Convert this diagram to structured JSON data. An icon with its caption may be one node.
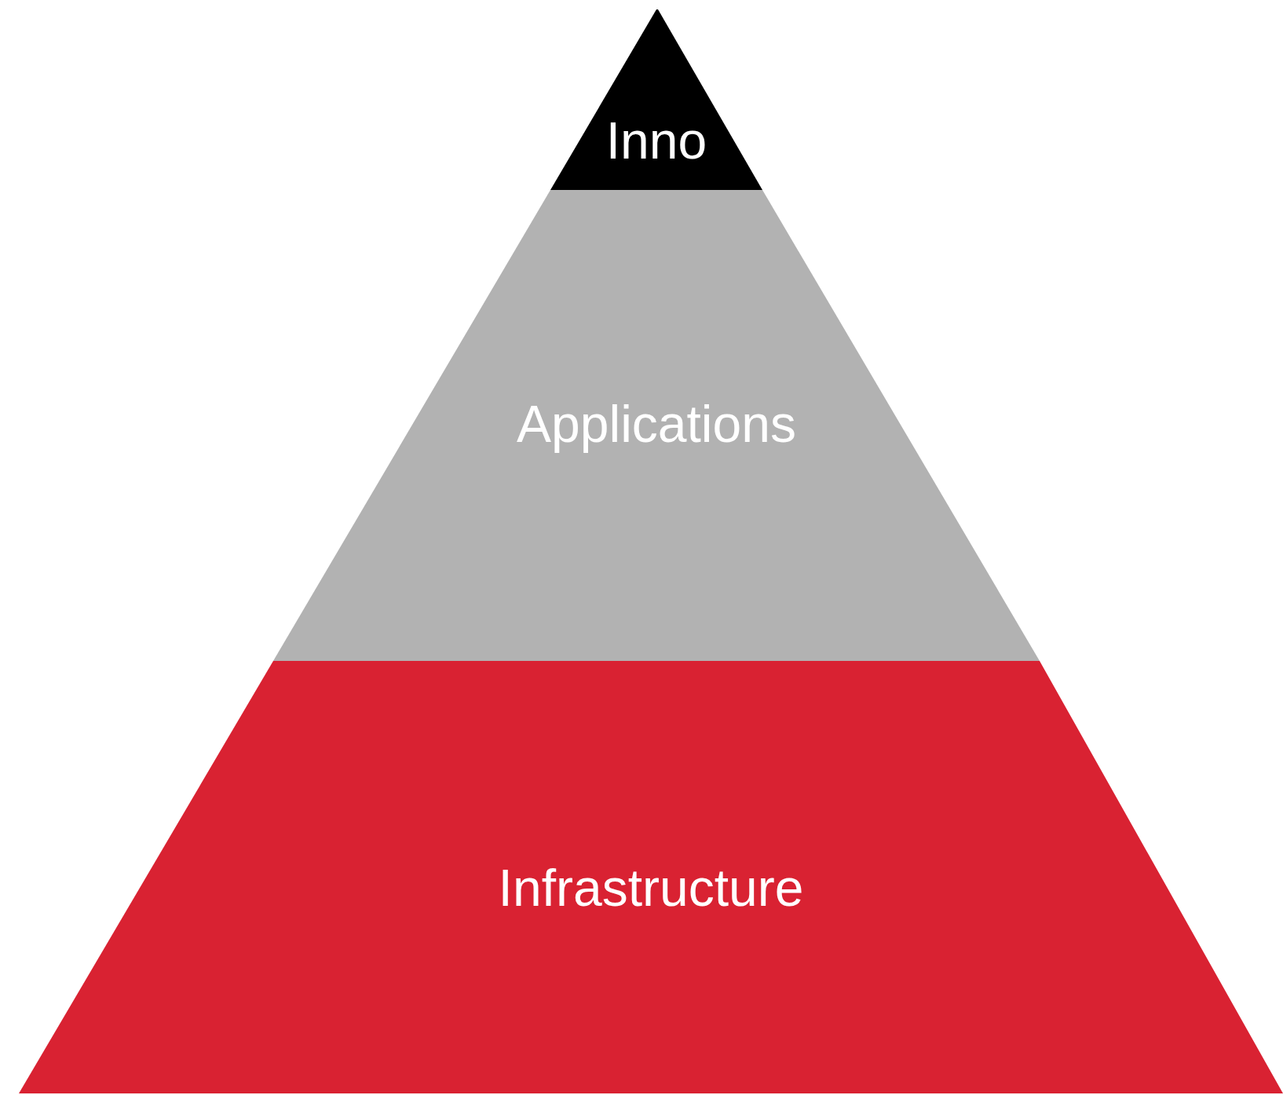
{
  "diagram": {
    "nodes": [
      {
        "text": [
          "Inno"
        ]
      },
      {
        "text": [
          "Applications"
        ]
      },
      {
        "text": [
          "Infrastructure"
        ]
      }
    ]
  }
}
